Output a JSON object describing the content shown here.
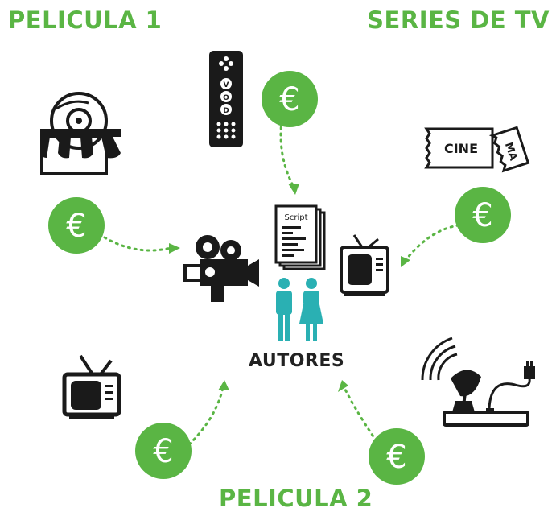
{
  "headings": {
    "top_left": "PELICULA 1",
    "top_right": "SERIES DE TV",
    "bottom": "PELICULA 2"
  },
  "center_label": "AUTORES",
  "script_label": "Script",
  "remote_letters": [
    "V",
    "O",
    "D"
  ],
  "ticket_labels": [
    "CINE",
    "MA"
  ],
  "currency_symbol": "€",
  "colors": {
    "green": "#5ab544",
    "teal": "#2ab0b3",
    "ink": "#1a1a1a"
  },
  "icons": [
    "storefront-disc-icon",
    "remote-control-icon",
    "cinema-ticket-icon",
    "movie-camera-icon",
    "script-pages-icon",
    "authors-people-icon",
    "tv-icon",
    "satellite-dish-icon"
  ]
}
